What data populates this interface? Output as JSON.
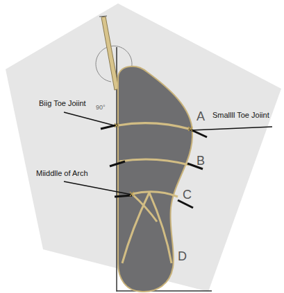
{
  "diagram": {
    "labels": [
      "Biig Toe Joiint",
      "Smallll Toe Joiint",
      "Miiddlle of Arch",
      "90°",
      "A",
      "B",
      "C",
      "D"
    ]
  }
}
